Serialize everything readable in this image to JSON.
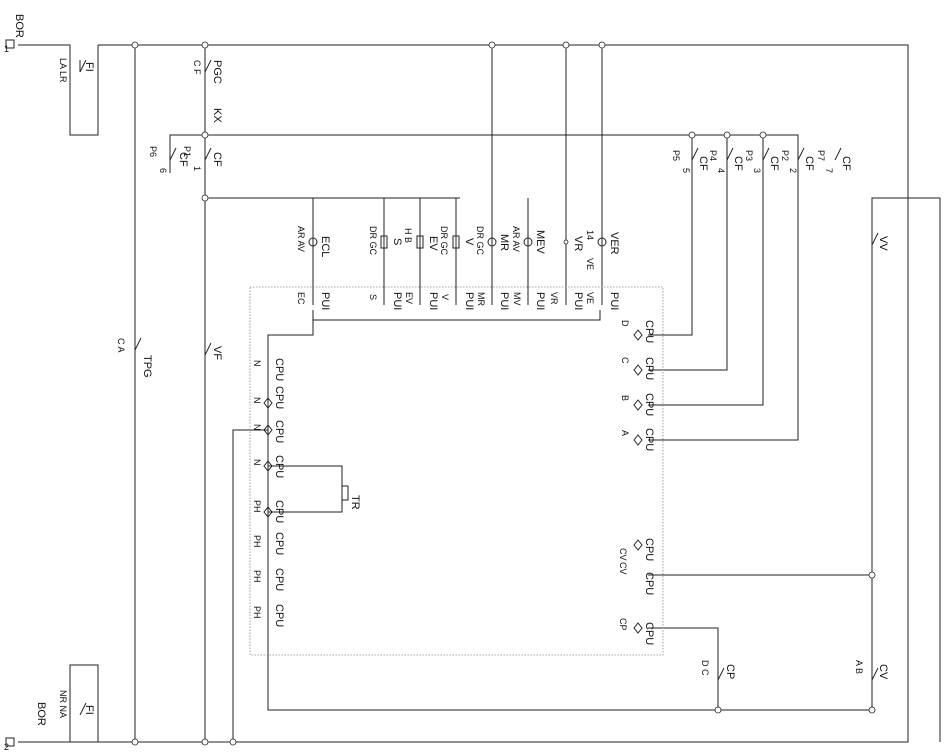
{
  "terminals": {
    "top": {
      "name": "BOR",
      "num": "1"
    },
    "bottom": {
      "name": "BOR",
      "num": "2"
    }
  },
  "fuses": {
    "top": {
      "name": "FI",
      "pins": "LA LR"
    },
    "bottom": {
      "name": "FI",
      "pins": "NR NA"
    }
  },
  "components": {
    "pgc": {
      "name": "PGC",
      "pins": "C F"
    },
    "kx": {
      "name": "KX"
    },
    "cf_main": {
      "name": "CF",
      "p": "P1",
      "n": "1"
    },
    "cf_p6": {
      "name": "CF",
      "p": "P6",
      "n": "6"
    },
    "cf_p5": {
      "name": "CF",
      "p": "P5",
      "n": "5"
    },
    "cf_p4": {
      "name": "CF",
      "p": "P4",
      "n": "4"
    },
    "cf_p3": {
      "name": "CF",
      "p": "P3",
      "n": "3"
    },
    "cf_p2": {
      "name": "CF",
      "p": "P2",
      "n": "2"
    },
    "cf_p7": {
      "name": "CF",
      "p": "P7",
      "n": "7"
    },
    "tpg": {
      "name": "TPG",
      "pins": "C A"
    },
    "vf": {
      "name": "VF"
    },
    "ecl": {
      "name": "ECL",
      "pins": "AR AV"
    },
    "s": {
      "name": "S",
      "pins": "DR GC"
    },
    "ev": {
      "name": "EV",
      "pins": "H B"
    },
    "v": {
      "name": "V",
      "pins": "DR GC"
    },
    "mr": {
      "name": "MR",
      "pins": "DR GC"
    },
    "mev": {
      "name": "MEV",
      "pins": "AR AV"
    },
    "vr": {
      "name": "VR"
    },
    "ver": {
      "name": "VER",
      "pins": "14",
      "sub": "VE"
    },
    "vv": {
      "name": "VV"
    },
    "tr": {
      "name": "TR"
    },
    "cp": {
      "name": "CP",
      "pins": "D C"
    },
    "cv": {
      "name": "CV",
      "pins": "A B"
    }
  },
  "pui": {
    "label": "PUI",
    "pins": [
      "EC",
      "S",
      "EV",
      "V",
      "MR",
      "MV",
      "VR",
      "VE"
    ]
  },
  "cpu": {
    "label": "CPU",
    "right": [
      "D",
      "C",
      "B",
      "A"
    ],
    "left_n": [
      "N",
      "N",
      "N",
      "N"
    ],
    "left_ph": [
      "PH",
      "PH",
      "PH",
      "PH"
    ],
    "cv": [
      "CV",
      "CV"
    ],
    "cp": "CP"
  }
}
